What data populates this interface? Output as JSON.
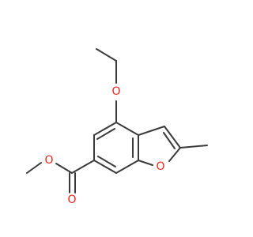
{
  "molecule": {
    "atom_labels": {
      "ether_oxygen": "O",
      "furan_oxygen": "O",
      "carbonyl_oxygen": "O",
      "ester_oxygen": "O"
    },
    "colors": {
      "bond": "#3a3a3a",
      "oxygen": "#e8251d",
      "background": "#ffffff"
    }
  }
}
